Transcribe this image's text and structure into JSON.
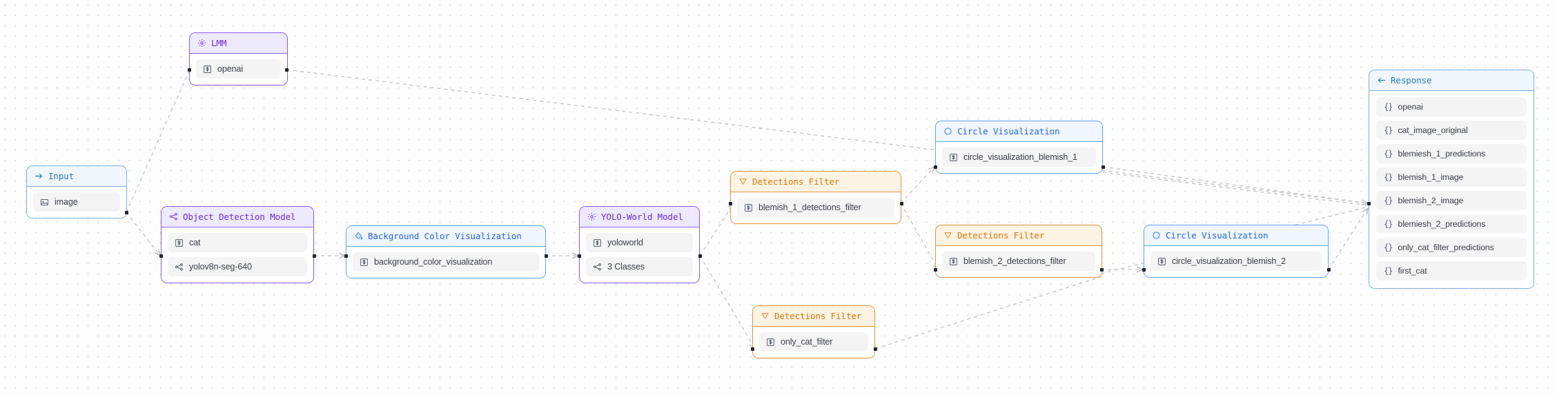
{
  "canvas": {
    "background": "#fdfdfd",
    "grid_dot_color": "#dcdce0",
    "edge_color": "#c9c9cd"
  },
  "theme_colors": {
    "purple_border": "#8b5cf6",
    "purple_header_bg": "#ede9fe",
    "purple_text": "#6d28d9",
    "blue_border": "#60a5fa",
    "blue_header_bg": "#eff6ff",
    "blue_text": "#2563eb",
    "amber_border": "#e0963c",
    "amber_header_bg": "#fdf3e3",
    "amber_text": "#d97706",
    "input_border": "#7fb2e5",
    "input_text": "#2878c4",
    "row_bg": "#f4f4f5",
    "row_text": "#3b3f46"
  },
  "nodes": {
    "input": {
      "title": "Input",
      "icon": "arrow-right-icon",
      "rows": [
        {
          "label": "image",
          "icon": "image-icon"
        }
      ]
    },
    "lmm": {
      "title": "LMM",
      "icon": "gear-icon",
      "rows": [
        {
          "label": "openai",
          "icon": "dollar-box-icon"
        }
      ]
    },
    "object_detection_model": {
      "title": "Object Detection Model",
      "icon": "graph-nodes-icon",
      "rows": [
        {
          "label": "cat",
          "icon": "dollar-box-icon"
        },
        {
          "label": "yolov8n-seg-640",
          "icon": "graph-nodes-icon"
        }
      ]
    },
    "background_color_visualization": {
      "title": "Background Color Visualization",
      "icon": "paint-bucket-icon",
      "rows": [
        {
          "label": "background_color_visualization",
          "icon": "dollar-box-icon"
        }
      ]
    },
    "yolo_world_model": {
      "title": "YOLO-World Model",
      "icon": "gear-icon",
      "rows": [
        {
          "label": "yoloworld",
          "icon": "dollar-box-icon"
        },
        {
          "label": "3 Classes",
          "icon": "graph-nodes-icon"
        }
      ]
    },
    "detections_filter_1": {
      "title": "Detections Filter",
      "icon": "funnel-icon",
      "rows": [
        {
          "label": "blemish_1_detections_filter",
          "icon": "dollar-box-icon"
        }
      ]
    },
    "detections_filter_2": {
      "title": "Detections Filter",
      "icon": "funnel-icon",
      "rows": [
        {
          "label": "blemish_2_detections_filter",
          "icon": "dollar-box-icon"
        }
      ]
    },
    "detections_filter_3": {
      "title": "Detections Filter",
      "icon": "funnel-icon",
      "rows": [
        {
          "label": "only_cat_filter",
          "icon": "dollar-box-icon"
        }
      ]
    },
    "circle_visualization_1": {
      "title": "Circle Visualization",
      "icon": "circle-icon",
      "rows": [
        {
          "label": "circle_visualization_blemish_1",
          "icon": "dollar-box-icon"
        }
      ]
    },
    "circle_visualization_2": {
      "title": "Circle Visualization",
      "icon": "circle-icon",
      "rows": [
        {
          "label": "circle_visualization_blemish_2",
          "icon": "dollar-box-icon"
        }
      ]
    },
    "response": {
      "title": "Response",
      "icon": "arrow-left-icon",
      "rows": [
        {
          "label": "openai",
          "icon": "braces-icon"
        },
        {
          "label": "cat_image_original",
          "icon": "braces-icon"
        },
        {
          "label": "blemiesh_1_predictions",
          "icon": "braces-icon"
        },
        {
          "label": "blemish_1_image",
          "icon": "braces-icon"
        },
        {
          "label": "blemish_2_image",
          "icon": "braces-icon"
        },
        {
          "label": "blemiesh_2_predictions",
          "icon": "braces-icon"
        },
        {
          "label": "only_cat_filter_predictions",
          "icon": "braces-icon"
        },
        {
          "label": "first_cat",
          "icon": "braces-icon"
        }
      ]
    }
  }
}
